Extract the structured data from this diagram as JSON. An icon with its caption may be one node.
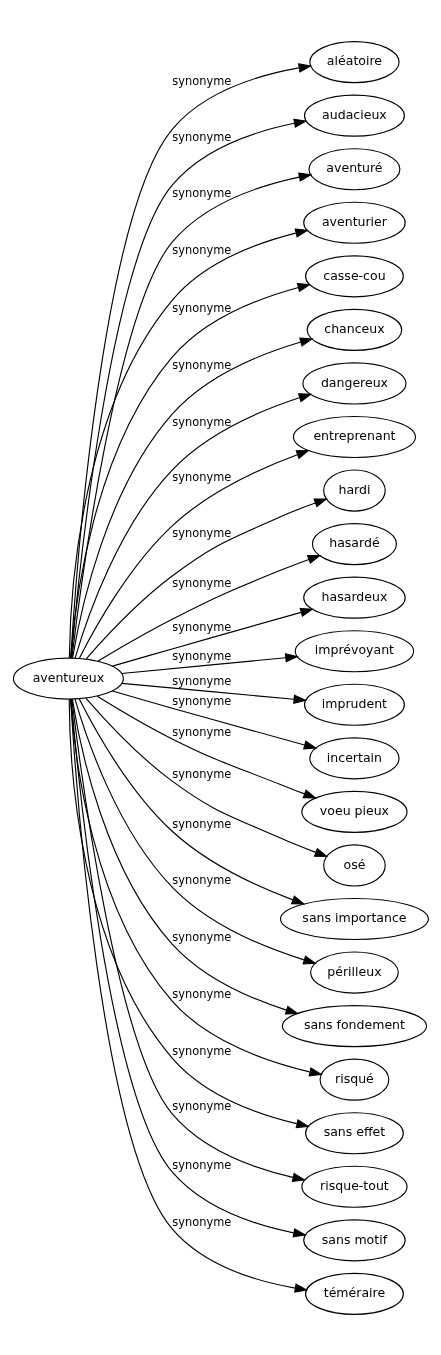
{
  "diagram": {
    "nodes": [
      {
        "text": [
          "aventureux"
        ]
      },
      {
        "text": [
          "aléatoire"
        ]
      },
      {
        "text": [
          "audacieux"
        ]
      },
      {
        "text": [
          "aventuré"
        ]
      },
      {
        "text": [
          "aventurier"
        ]
      },
      {
        "text": [
          "casse-cou"
        ]
      },
      {
        "text": [
          "chanceux"
        ]
      },
      {
        "text": [
          "dangereux"
        ]
      },
      {
        "text": [
          "entreprenant"
        ]
      },
      {
        "text": [
          "hardi"
        ]
      },
      {
        "text": [
          "hasardé"
        ]
      },
      {
        "text": [
          "hasardeux"
        ]
      },
      {
        "text": [
          "imprévoyant"
        ]
      },
      {
        "text": [
          "imprudent"
        ]
      },
      {
        "text": [
          "incertain"
        ]
      },
      {
        "text": [
          "voeu pieux"
        ]
      },
      {
        "text": [
          "osé"
        ]
      },
      {
        "text": [
          "sans importance"
        ]
      },
      {
        "text": [
          "périlleux"
        ]
      },
      {
        "text": [
          "sans fondement"
        ]
      },
      {
        "text": [
          "risqué"
        ]
      },
      {
        "text": [
          "sans effet"
        ]
      },
      {
        "text": [
          "risque-tout"
        ]
      },
      {
        "text": [
          "sans motif"
        ]
      },
      {
        "text": [
          "téméraire"
        ]
      }
    ],
    "edges": [
      {
        "from": 0,
        "to": 1,
        "arrow": "to",
        "label": "synonyme"
      },
      {
        "from": 0,
        "to": 2,
        "arrow": "to",
        "label": "synonyme"
      },
      {
        "from": 0,
        "to": 3,
        "arrow": "to",
        "label": "synonyme"
      },
      {
        "from": 0,
        "to": 4,
        "arrow": "to",
        "label": "synonyme"
      },
      {
        "from": 0,
        "to": 5,
        "arrow": "to",
        "label": "synonyme"
      },
      {
        "from": 0,
        "to": 6,
        "arrow": "to",
        "label": "synonyme"
      },
      {
        "from": 0,
        "to": 7,
        "arrow": "to",
        "label": "synonyme"
      },
      {
        "from": 0,
        "to": 8,
        "arrow": "to",
        "label": "synonyme"
      },
      {
        "from": 0,
        "to": 9,
        "arrow": "to",
        "label": "synonyme"
      },
      {
        "from": 0,
        "to": 10,
        "arrow": "to",
        "label": "synonyme"
      },
      {
        "from": 0,
        "to": 11,
        "arrow": "to",
        "label": "synonyme"
      },
      {
        "from": 0,
        "to": 12,
        "arrow": "to",
        "label": "synonyme"
      },
      {
        "from": 0,
        "to": 13,
        "arrow": "to",
        "label": "synonyme"
      },
      {
        "from": 0,
        "to": 14,
        "arrow": "to",
        "label": "synonyme"
      },
      {
        "from": 0,
        "to": 15,
        "arrow": "to",
        "label": "synonyme"
      },
      {
        "from": 0,
        "to": 16,
        "arrow": "to",
        "label": "synonyme"
      },
      {
        "from": 0,
        "to": 17,
        "arrow": "to",
        "label": "synonyme"
      },
      {
        "from": 0,
        "to": 18,
        "arrow": "to",
        "label": "synonyme"
      },
      {
        "from": 0,
        "to": 19,
        "arrow": "to",
        "label": "synonyme"
      },
      {
        "from": 0,
        "to": 20,
        "arrow": "to",
        "label": "synonyme"
      },
      {
        "from": 0,
        "to": 21,
        "arrow": "to",
        "label": "synonyme"
      },
      {
        "from": 0,
        "to": 22,
        "arrow": "to",
        "label": "synonyme"
      },
      {
        "from": 0,
        "to": 23,
        "arrow": "to",
        "label": "synonyme"
      },
      {
        "from": 0,
        "to": 24,
        "arrow": "to",
        "label": "synonyme"
      }
    ]
  }
}
